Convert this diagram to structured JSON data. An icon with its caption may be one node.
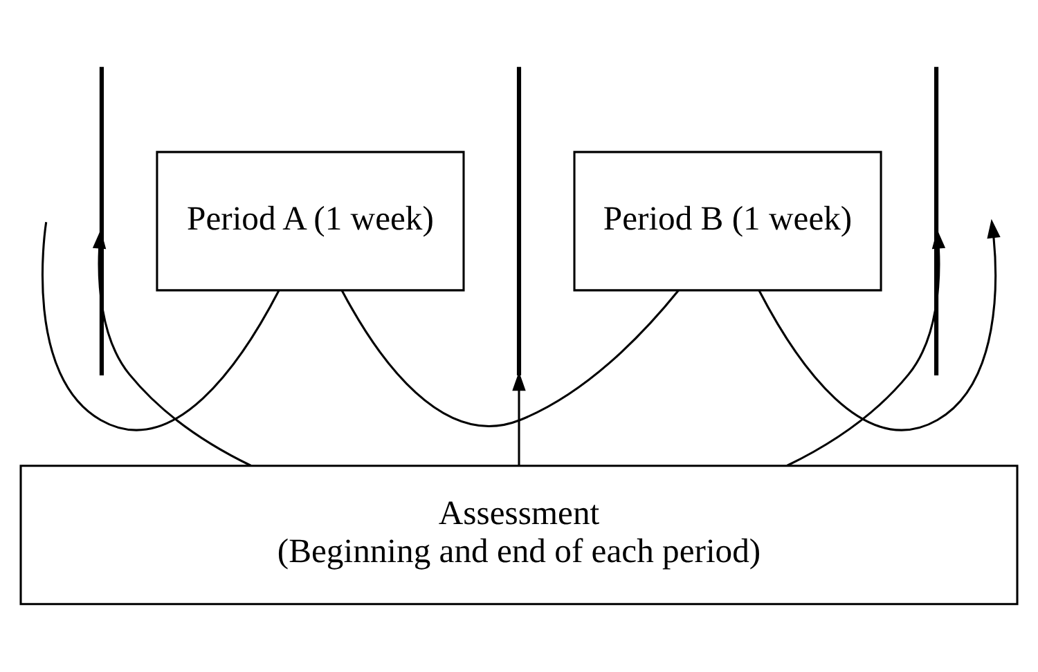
{
  "diagram": {
    "nodes": [
      {
        "text": [],
        "shape": "bar"
      },
      {
        "text": [
          "Period A (1 week)"
        ]
      },
      {
        "text": [],
        "shape": "bar"
      },
      {
        "text": [
          "Period B (1 week)"
        ]
      },
      {
        "text": [],
        "shape": "bar"
      },
      {
        "text": [
          "Assessment",
          "(Beginning and end of each period)"
        ]
      }
    ],
    "edges": [
      {
        "from": null,
        "to": 1,
        "arrow": "none"
      },
      {
        "from": 1,
        "to": 3,
        "arrow": "none"
      },
      {
        "from": 3,
        "to": null,
        "arrow": "to"
      },
      {
        "from": 5,
        "to": 0,
        "arrow": "to"
      },
      {
        "from": 5,
        "to": 2,
        "arrow": "to"
      },
      {
        "from": 5,
        "to": 4,
        "arrow": "to"
      }
    ]
  }
}
